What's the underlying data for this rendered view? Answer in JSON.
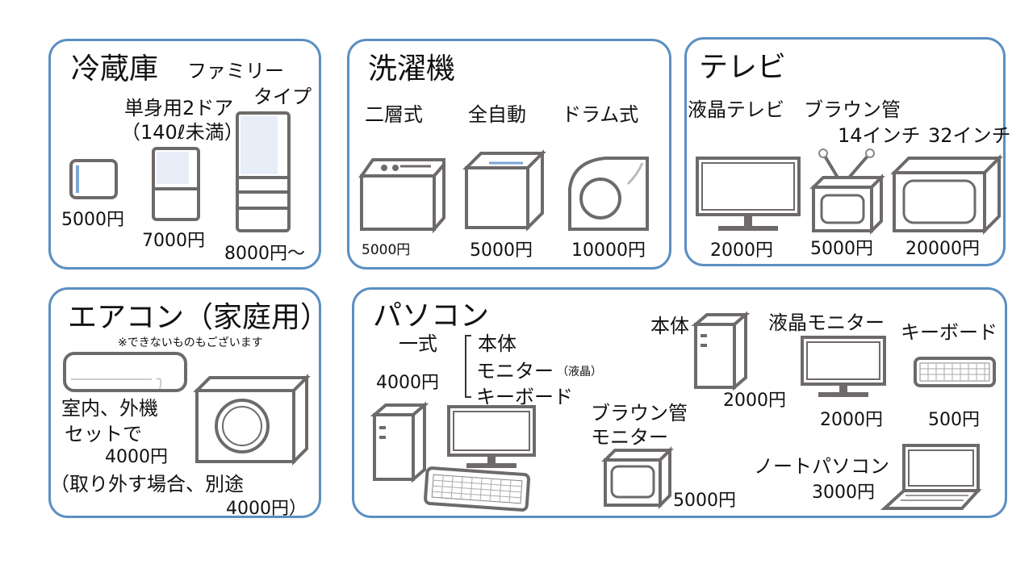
{
  "colors": {
    "border": "#5b8fc2",
    "appliance_stroke": "#6e6a6a",
    "accent": "#7ba6d6"
  },
  "fridge": {
    "title": "冷蔵庫",
    "family_line1": "ファミリー",
    "family_line2": "タイプ",
    "single_line1": "単身用2ドア",
    "single_line2": "（140ℓ未満）",
    "price_small": "5000円",
    "price_single": "7000円",
    "price_family": "8000円～"
  },
  "washer": {
    "title": "洗濯機",
    "twin_tub": "二層式",
    "auto": "全自動",
    "drum": "ドラム式",
    "price_twin": "5000円",
    "price_auto": "5000円",
    "price_drum": "10000円"
  },
  "tv": {
    "title": "テレビ",
    "lcd": "液晶テレビ",
    "crt": "ブラウン管",
    "size14": "14インチ",
    "size32": "32インチ",
    "price_lcd": "2000円",
    "price_14": "5000円",
    "price_32": "20000円"
  },
  "aircon": {
    "title": "エアコン（家庭用）",
    "note": "※できないものもございます",
    "set_line1": "室内、外機",
    "set_line2": "セットで",
    "price": "4000円",
    "remove_line1": "（取り外す場合、別途",
    "remove_line2": "4000円）"
  },
  "pc": {
    "title": "パソコン",
    "set_label": "一式",
    "set_price": "4000円",
    "set_items": [
      "本体",
      "モニター",
      "キーボード"
    ],
    "monitor_note": "（液晶）",
    "body_label": "本体",
    "body_price": "2000円",
    "lcd_monitor_label": "液晶モニター",
    "lcd_monitor_price": "2000円",
    "keyboard_label": "キーボード",
    "keyboard_price": "500円",
    "crt_line1": "ブラウン管",
    "crt_line2": "モニター",
    "crt_price": "5000円",
    "notebook_label": "ノートパソコン",
    "notebook_price": "3000円"
  }
}
